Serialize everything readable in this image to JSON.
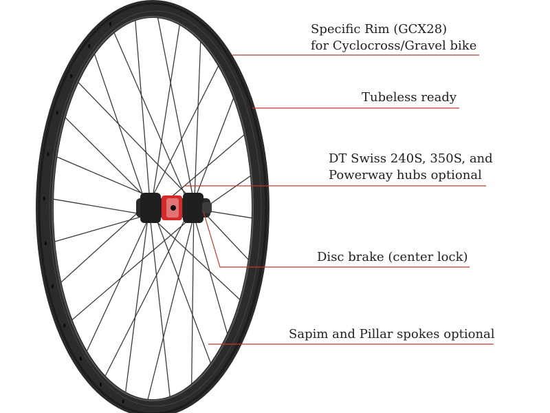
{
  "image": {
    "subject": "carbon bicycle wheel",
    "colors": {
      "rim": "#2a2a2a",
      "spoke": "#3a3a3a",
      "hub_accent": "#d42a2a",
      "leader_line": "#c0392b",
      "background": "#ffffff"
    }
  },
  "callouts": [
    {
      "lines": [
        "Specific Rim (GCX28)",
        "for Cyclocross/Gravel bike"
      ]
    },
    {
      "lines": [
        "Tubeless ready"
      ]
    },
    {
      "lines": [
        "DT Swiss 240S, 350S, and",
        "Powerway hubs optional"
      ]
    },
    {
      "lines": [
        "Disc brake (center lock)"
      ]
    },
    {
      "lines": [
        "Sapim and Pillar spokes optional"
      ]
    }
  ]
}
